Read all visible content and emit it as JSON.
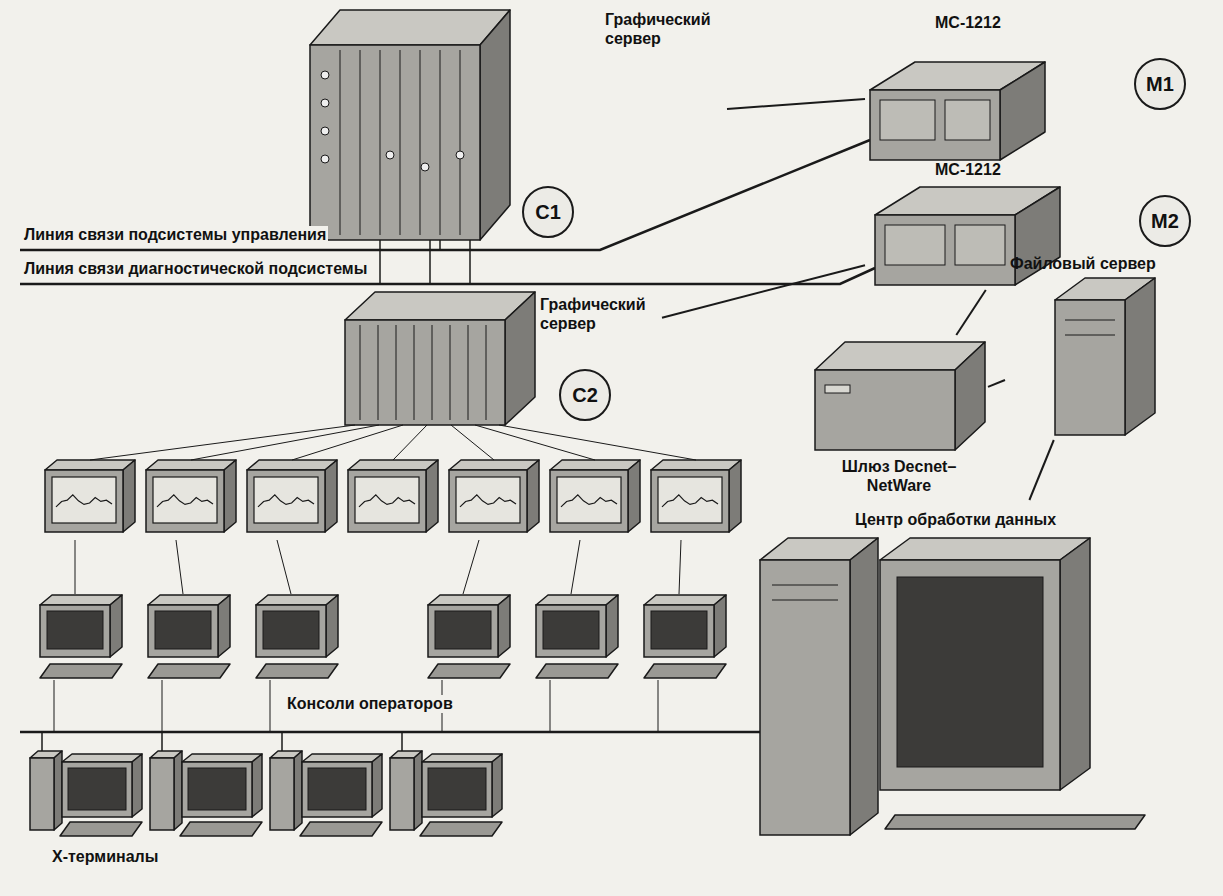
{
  "diagram": {
    "nodes": [
      {
        "text": [
          "Графический сервер"
        ]
      },
      {
        "text": [
          "C1"
        ],
        "in": 0
      },
      {
        "text": [
          "МС-1212"
        ]
      },
      {
        "text": [
          "M1"
        ],
        "in": 2
      },
      {
        "text": [
          "МС-1212"
        ]
      },
      {
        "text": [
          "M2"
        ],
        "in": 4
      },
      {
        "text": [
          "Графический сервер"
        ]
      },
      {
        "text": [
          "C2"
        ],
        "in": 6
      },
      {
        "text": [
          "Шлюз Decnet–NetWare"
        ]
      },
      {
        "text": [
          "Файловый сервер"
        ]
      },
      {
        "text": [
          "Центр обработки данных"
        ]
      }
    ],
    "edges": [
      {
        "from": 0,
        "to": 2,
        "arrow": "none"
      },
      {
        "from": 6,
        "to": 4,
        "arrow": "none"
      },
      {
        "from": 4,
        "to": 8,
        "arrow": "none"
      },
      {
        "from": 8,
        "to": 9,
        "arrow": "none"
      },
      {
        "from": 9,
        "to": 10,
        "arrow": "none"
      }
    ],
    "labels": [
      "Линия связи подсистемы управления",
      "Линия связи диагностической подсистемы",
      "Консоли операторов",
      "Х-терминалы"
    ]
  }
}
